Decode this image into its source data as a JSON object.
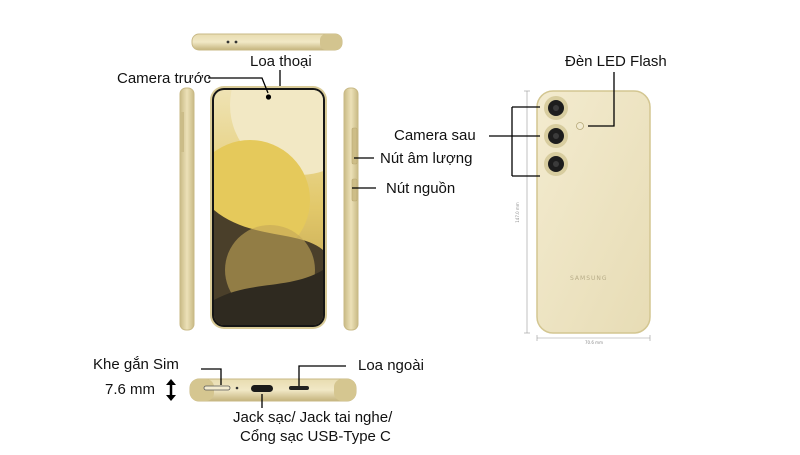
{
  "labels": {
    "front_camera": "Camera trước",
    "earpiece": "Loa thoại",
    "rear_camera": "Camera sau",
    "led_flash": "Đèn LED Flash",
    "volume_button": "Nút âm lượng",
    "power_button": "Nút nguồn",
    "sim_slot": "Khe gắn Sim",
    "thickness": "7.6 mm",
    "loudspeaker": "Loa ngoài",
    "charging_port_line1": "Jack sạc/ Jack tai nghe/",
    "charging_port_line2": "Cổng sạc USB-Type C"
  },
  "back": {
    "brand": "SAMSUNG",
    "height_dim": "147.0 mm",
    "width_dim": "70.6 mm"
  },
  "colors": {
    "phone_body": "#ece3c3",
    "frame": "#ddd0a2",
    "frame_shadow": "#c9ba85",
    "screen_bezel": "#151515",
    "wallpaper_yellow": "#e6d07a",
    "wallpaper_dark": "#3b3424",
    "camera_lens": "#1d1d1d",
    "line": "#000000"
  }
}
